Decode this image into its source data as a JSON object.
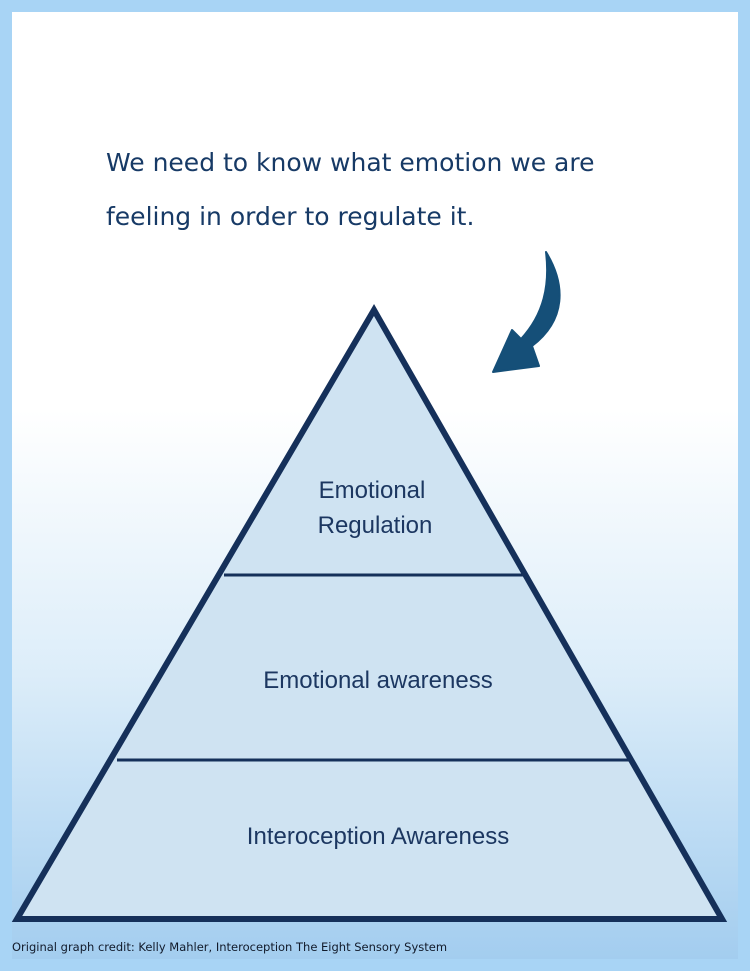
{
  "heading": {
    "line1": "We need to know what emotion we are",
    "line2": "feeling in order to regulate it."
  },
  "pyramid": {
    "tiers": [
      {
        "lines": [
          "Emotional",
          "Regulation"
        ]
      },
      {
        "lines": [
          "Emotional awareness"
        ]
      },
      {
        "lines": [
          "Interoception Awareness"
        ]
      }
    ]
  },
  "credit": "Original graph credit: Kelly Mahler, Interoception The Eight Sensory System",
  "colors": {
    "frame": "#a8d4f5",
    "pyramid_fill": "#cfe3f2",
    "pyramid_stroke": "#15305a",
    "text": "#1c3761",
    "arrow": "#154f78"
  }
}
